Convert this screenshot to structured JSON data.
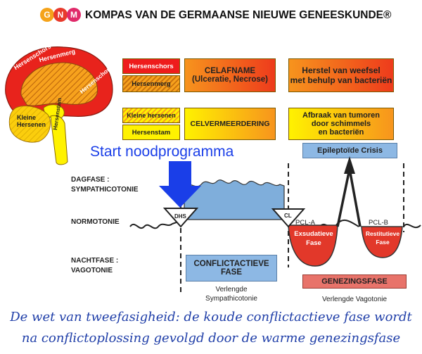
{
  "header": {
    "logo_letters": [
      "G",
      "N",
      "M"
    ],
    "title": "KOMPAS VAN DE GERMAANSE NIEUWE GENEESKUNDE®"
  },
  "brain": {
    "label_cortex": "Hersenschors",
    "label_medulla": "Hersenmerg",
    "label_cortex_back": "Hersenschors",
    "label_cerebellum": "Kleine Hersenen",
    "label_brainstem": "Hersenstam"
  },
  "legend": {
    "cortex": "Hersenschors",
    "medulla": "Hersenmerg",
    "cerebellum": "Kleine hersenen",
    "brainstem": "Hersenstam"
  },
  "boxes": {
    "celafname": "CELAFNAME\n(Ulceratie, Necrose)",
    "herstel": "Herstel van weefsel\nmet behulp van bacteriën",
    "celvermeerdering": "CELVERMEERDERING",
    "afbraak": "Afbraak van tumoren\ndoor schimmels\nen bacteriën"
  },
  "start_label": "Start noodprogramma",
  "crisis_label": "Epileptoïde Crisis",
  "phases": {
    "day": "DAGFASE :\nSYMPATHICOTONIE",
    "normo": "NORMOTONIE",
    "night": "NACHTFASE :\nVAGOTONIE"
  },
  "markers": {
    "dhs": "DHS",
    "cl": "CL",
    "pcl_a": "PCL-A",
    "pcl_b": "PCL-B",
    "exsudatieve": "Exsudatieve\nFase",
    "restitutieve": "Restitutieve\nFase"
  },
  "conflict_box": "CONFLICTACTIEVE\nFASE",
  "conflict_caption": "Verlengde\nSympathicotonie",
  "healing_box": "GENEZINGSFASE",
  "healing_caption": "Verlengde Vagotonie",
  "footer": {
    "line1": "De wet van tweefasigheid: de koude conflictactieve fase wordt",
    "line2": "na conflictoplossing gevolgd door  de warme genezingsfase"
  },
  "colors": {
    "red": "#ee1c1c",
    "orange": "#f7941d",
    "yellow": "#fff200",
    "blue_fill": "#7faedb",
    "blue_arrow": "#1a3ee8",
    "healing_red": "#e2382a",
    "footer_text": "#1f3ea8"
  }
}
